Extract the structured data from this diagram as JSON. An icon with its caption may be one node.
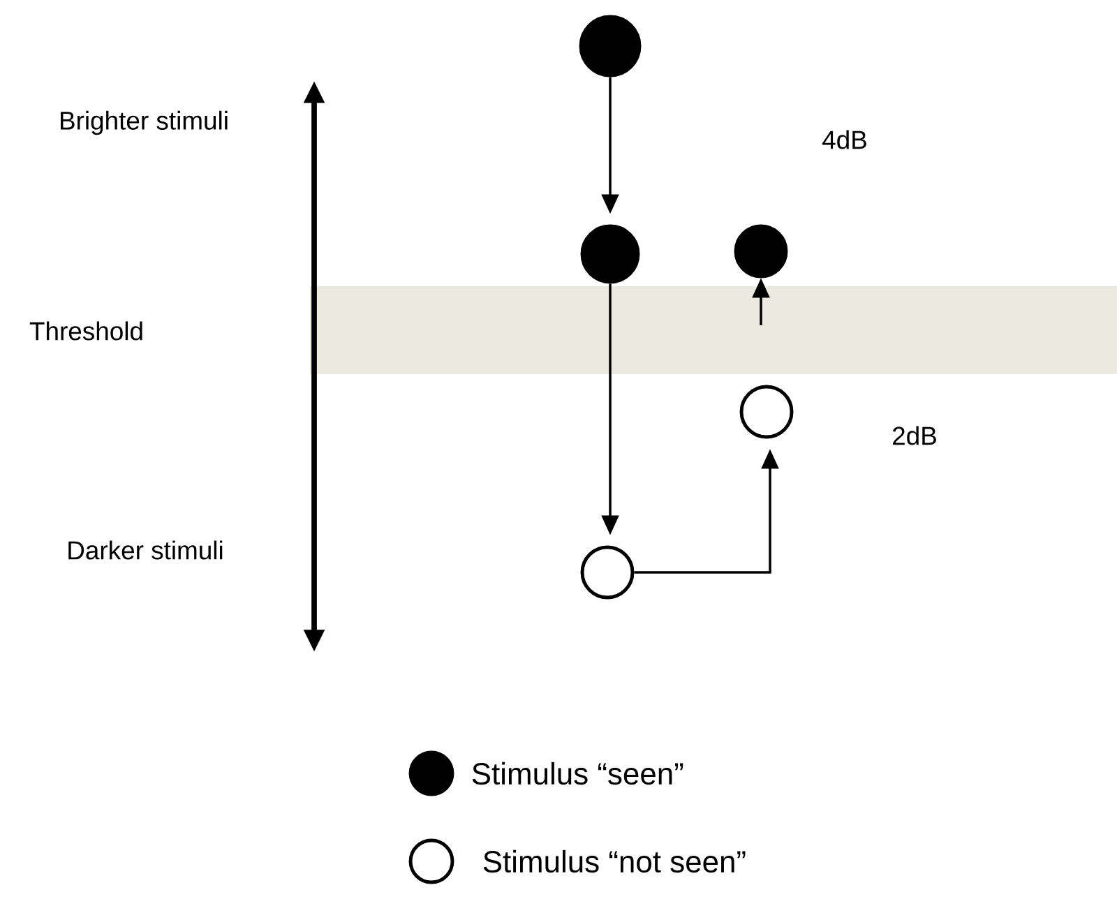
{
  "diagram": {
    "nodes": [
      {
        "text": [],
        "shape": "circle"
      },
      {
        "text": [],
        "shape": "circle"
      },
      {
        "text": [],
        "shape": "circle"
      },
      {
        "text": [],
        "shape": "circle"
      },
      {
        "text": [],
        "shape": "circle"
      }
    ],
    "edges": [
      {
        "from": 0,
        "to": 1,
        "arrow": "to"
      },
      {
        "from": 1,
        "to": 4,
        "arrow": "to"
      },
      {
        "from": 4,
        "to": 3,
        "arrow": "to"
      },
      {
        "from": null,
        "to": 2,
        "arrow": "to"
      }
    ],
    "labels": [
      "Brighter stimuli",
      "4dB",
      "Threshold",
      "2dB",
      "Darker stimuli"
    ],
    "legend": [
      {
        "text": "Stimulus “seen”"
      },
      {
        "text": "Stimulus “not seen”"
      }
    ]
  }
}
